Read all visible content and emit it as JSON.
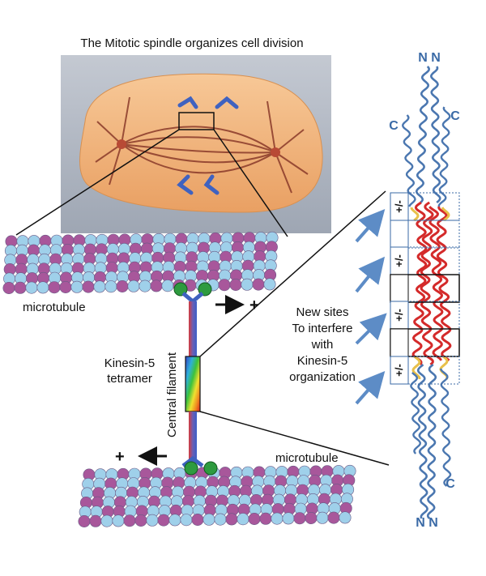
{
  "title": "The Mitotic spindle organizes cell division",
  "labels": {
    "microtubule_top": "microtubule",
    "microtubule_bottom": "microtubule",
    "plus_top": "+",
    "plus_bottom": "+",
    "kinesin_line1": "Kinesin-5",
    "kinesin_line2": "tetramer",
    "central_filament": "Central filament",
    "sites_line1": "New sites",
    "sites_line2": "To interfere",
    "sites_line3": "with",
    "sites_line4": "Kinesin-5",
    "sites_line5": "organization"
  },
  "terminals": {
    "n_top": "N N",
    "c_left": "C",
    "c_right": "C",
    "c_bottom": "C",
    "n_bottom": "N N"
  },
  "site_boxes": [
    "+/-",
    "",
    "+/-",
    "",
    "+/-",
    "",
    "+/-"
  ],
  "colors": {
    "cell_fill": "#f0b27a",
    "cell_bg": "#a9b0bd",
    "bead_purple": "#a8579b",
    "bead_blue": "#9fd0ea",
    "helix_blue": "#4b77b0",
    "helix_red": "#d42a2a",
    "helix_yellow": "#e8c04a",
    "arrow_blue": "#5d8cc6",
    "motor_green": "#2e9b3f"
  }
}
